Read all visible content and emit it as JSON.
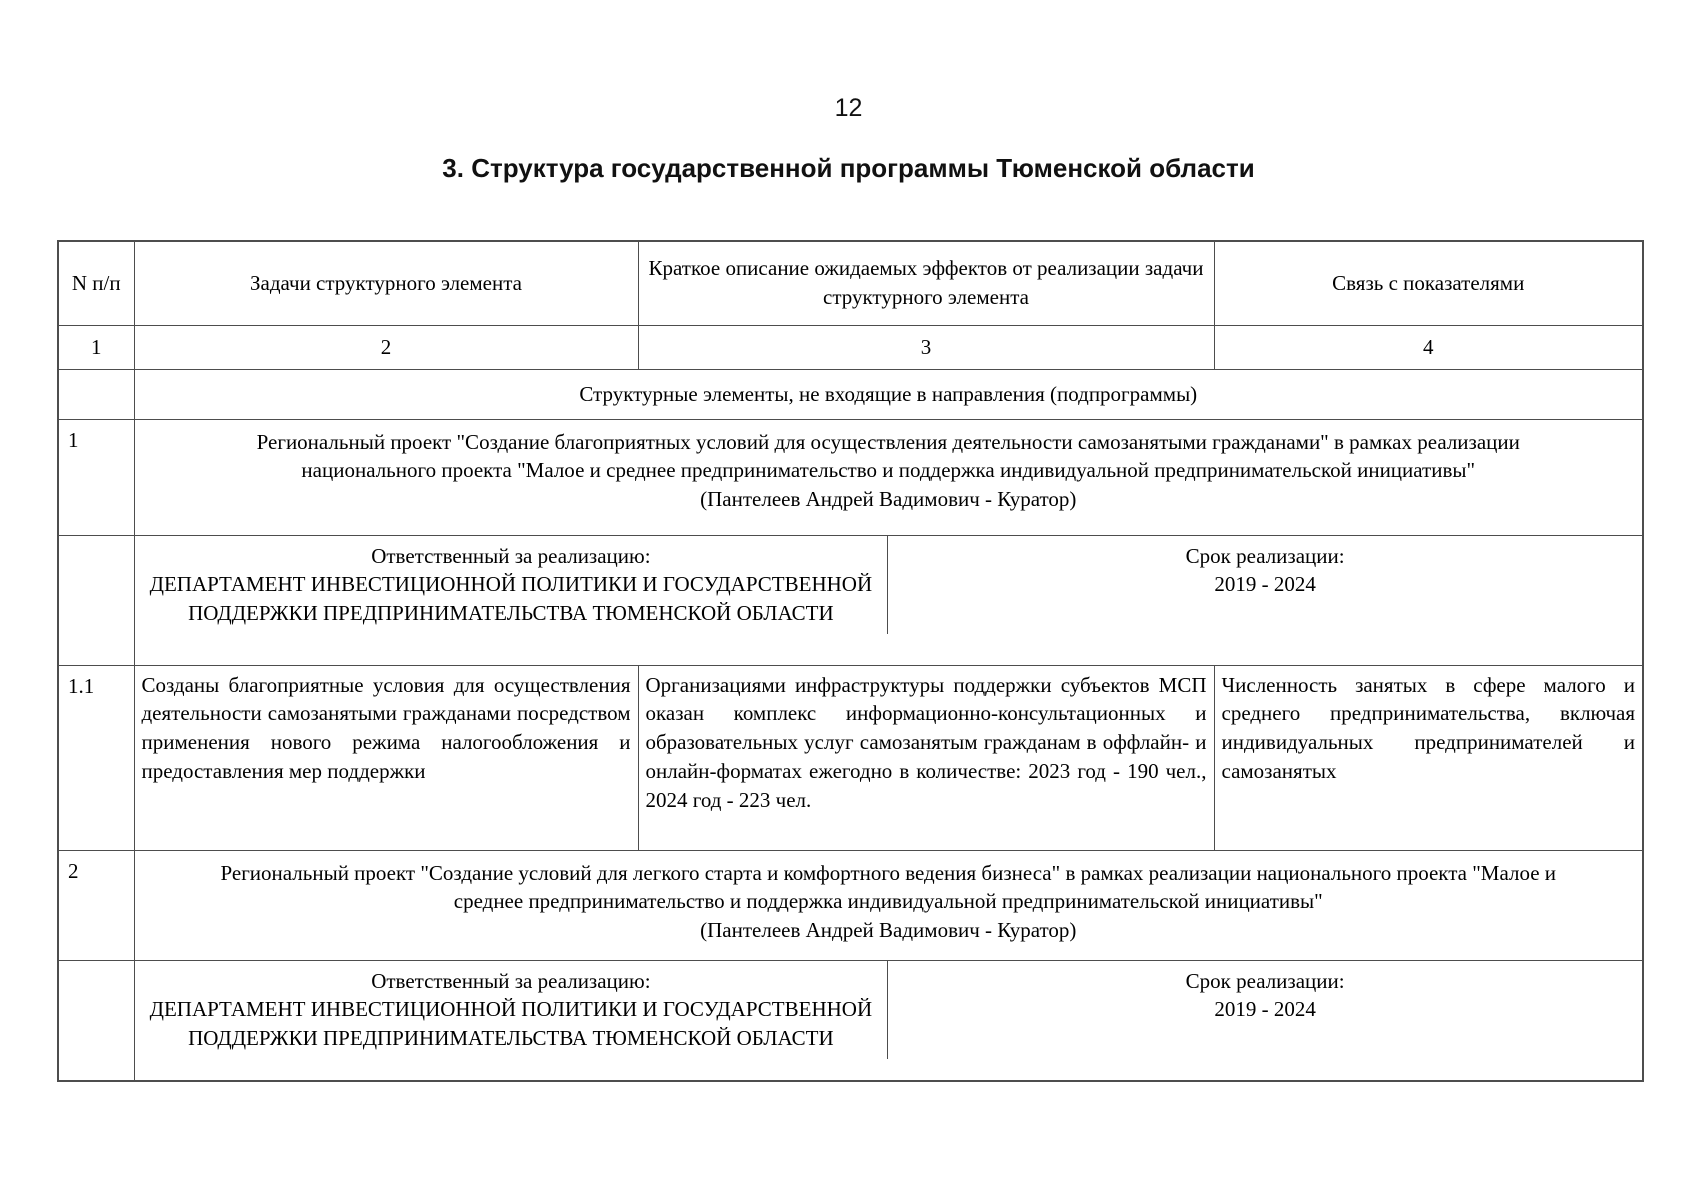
{
  "page": {
    "number": "12",
    "title": "3. Структура государственной программы Тюменской области"
  },
  "table": {
    "columns": {
      "num": "N п/п",
      "tasks": "Задачи структурного элемента",
      "effects": "Краткое описание ожидаемых эффектов от реализации задачи структурного элемента",
      "indicators": "Связь с показателями"
    },
    "column_numbers": [
      "1",
      "2",
      "3",
      "4"
    ],
    "section_title": "Структурные элементы, не входящие в направления (подпрограммы)",
    "sections": [
      {
        "num": "1",
        "project": "Региональный проект \"Создание благоприятных условий для осуществления деятельности самозанятыми гражданами\" в рамках реализации национального проекта \"Малое и среднее предпринимательство и поддержка индивидуальной предпринимательской инициативы\"",
        "curator": "(Пантелеев Андрей Вадимович - Куратор)",
        "responsible_label": "Ответственный за реализацию:",
        "responsible": "ДЕПАРТАМЕНТ ИНВЕСТИЦИОННОЙ ПОЛИТИКИ И ГОСУДАРСТВЕННОЙ ПОДДЕРЖКИ ПРЕДПРИНИМАТЕЛЬСТВА ТЮМЕНСКОЙ ОБЛАСТИ",
        "period_label": "Срок реализации:",
        "period": "2019 - 2024",
        "tasks": [
          {
            "num": "1.1",
            "task": "Созданы благоприятные условия для осуществления деятельности самозанятыми гражданами посредством применения нового режима налогообложения и предоставления мер поддержки",
            "effect": "Организациями инфраструктуры поддержки субъектов МСП оказан комплекс информационно-консультационных и образовательных услуг самозанятым гражданам в оффлайн- и онлайн-форматах ежегодно в количестве: 2023 год - 190 чел., 2024 год - 223 чел.",
            "indicator": "Численность занятых в сфере малого и среднего предпринимательства, включая индивидуальных предпринимателей и самозанятых"
          }
        ]
      },
      {
        "num": "2",
        "project": "Региональный проект \"Создание условий для легкого старта и комфортного ведения бизнеса\" в рамках реализации национального проекта \"Малое и среднее предпринимательство и поддержка индивидуальной предпринимательской инициативы\"",
        "curator": "(Пантелеев Андрей Вадимович - Куратор)",
        "responsible_label": "Ответственный за реализацию:",
        "responsible": "ДЕПАРТАМЕНТ ИНВЕСТИЦИОННОЙ ПОЛИТИКИ И ГОСУДАРСТВЕННОЙ ПОДДЕРЖКИ ПРЕДПРИНИМАТЕЛЬСТВА ТЮМЕНСКОЙ ОБЛАСТИ",
        "period_label": "Срок реализации:",
        "period": "2019 - 2024"
      }
    ]
  }
}
